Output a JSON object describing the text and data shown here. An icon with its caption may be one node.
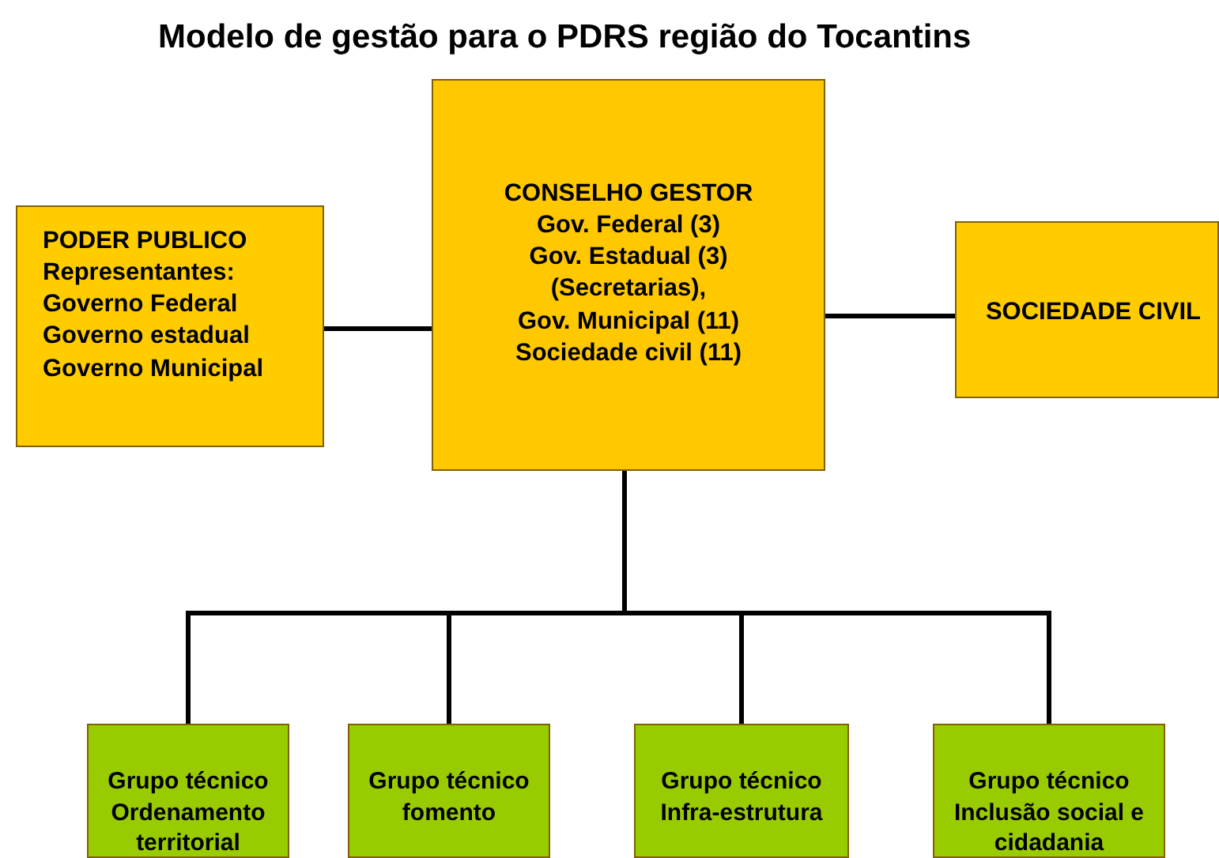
{
  "diagram": {
    "title": "Modelo de gestão para o PDRS região do Tocantins",
    "nodes": [
      {
        "text": [
          "PODER PUBLICO",
          "Representantes:",
          "Governo Federal",
          "Governo estadual",
          "Governo Municipal"
        ]
      },
      {
        "text": [
          "CONSELHO GESTOR",
          "Gov. Federal (3)",
          "Gov. Estadual (3) (Secretarias),",
          "Gov. Municipal (11)",
          "Sociedade civil (11)"
        ]
      },
      {
        "text": [
          "SOCIEDADE CIVIL"
        ]
      },
      {
        "text": [
          "Grupo técnico Ordenamento territorial"
        ]
      },
      {
        "text": [
          "Grupo técnico fomento"
        ]
      },
      {
        "text": [
          "Grupo técnico Infra-estrutura"
        ]
      },
      {
        "text": [
          "Grupo técnico Inclusão social e cidadania"
        ]
      }
    ],
    "edges": [
      {
        "from": 0,
        "to": 1,
        "arrow": "none"
      },
      {
        "from": 1,
        "to": 2,
        "arrow": "none"
      },
      {
        "from": 1,
        "to": 3,
        "arrow": "none"
      },
      {
        "from": 1,
        "to": 4,
        "arrow": "none"
      },
      {
        "from": 1,
        "to": 5,
        "arrow": "none"
      },
      {
        "from": 1,
        "to": 6,
        "arrow": "none"
      }
    ]
  }
}
